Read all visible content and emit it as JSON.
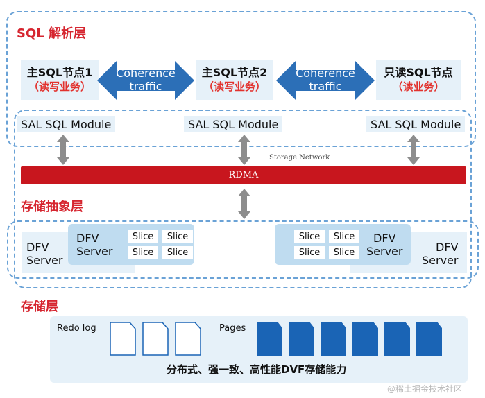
{
  "sql_layer": {
    "title": "SQL 解析层",
    "nodes": [
      {
        "title": "主SQL节点1",
        "subtitle": "（读写业务）"
      },
      {
        "title": "主SQL节点2",
        "subtitle": "（读写业务）"
      },
      {
        "title": "只读SQL节点",
        "subtitle": "（读业务）"
      }
    ],
    "coherence": [
      {
        "line1": "Coherence",
        "line2": "traffic"
      },
      {
        "line1": "Coherence",
        "line2": "traffic"
      }
    ],
    "modules": [
      "SAL SQL Module",
      "SAL SQL Module",
      "SAL SQL Module"
    ]
  },
  "network": {
    "storage_network_label": "Storage Network",
    "rdma_label": "RDMA"
  },
  "storage_abstraction_layer": {
    "title": "存储抽象层",
    "dfv_left": {
      "back_line1": "DFV",
      "back_line2": "Server",
      "front_line1": "DFV",
      "front_line2": "Server",
      "slices": [
        "Slice",
        "Slice",
        "Slice",
        "Slice"
      ]
    },
    "dfv_right": {
      "back_line1": "DFV",
      "back_line2": "Server",
      "front_line1": "DFV",
      "front_line2": "Server",
      "slices": [
        "Slice",
        "Slice",
        "Slice",
        "Slice"
      ]
    }
  },
  "storage_layer": {
    "title": "存储层",
    "redo_log_label": "Redo log",
    "pages_label": "Pages",
    "caption": "分布式、强一致、高性能DVF存储能力"
  },
  "watermark": "@稀土掘金技术社区",
  "colors": {
    "layer_title": "#d6252f",
    "node_bg": "#e6f1f9",
    "coherence_arrow": "#2c6fb7",
    "connector_arrow": "#8d8d8d",
    "rdma": "#c8161e",
    "dashed_border": "#6aa2d6",
    "page_block": "#1a64b5"
  }
}
